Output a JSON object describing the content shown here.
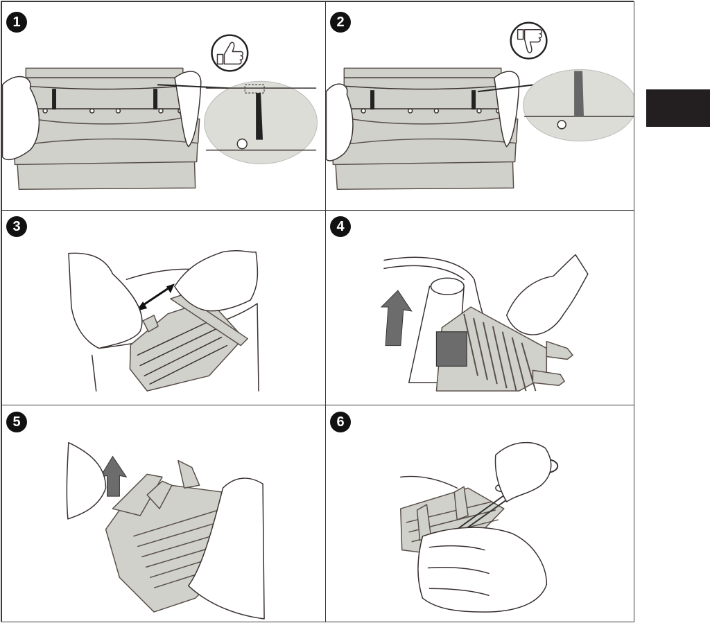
{
  "steps": [
    {
      "number": "1",
      "icon": "thumbs-up-icon"
    },
    {
      "number": "2",
      "icon": "thumbs-down-icon"
    },
    {
      "number": "3",
      "icon": "double-arrow-icon"
    },
    {
      "number": "4",
      "icon": "up-arrow-icon"
    },
    {
      "number": "5",
      "icon": "up-arrow-icon"
    },
    {
      "number": "6",
      "icon": "scissors-icon"
    }
  ],
  "colors": {
    "border": "#3a3a3a",
    "panel_fill": "#cfd1ca",
    "magnifier_fill": "#dcddd6",
    "arrow_gray": "#6c6c6c",
    "side_tab": "#231f20"
  }
}
